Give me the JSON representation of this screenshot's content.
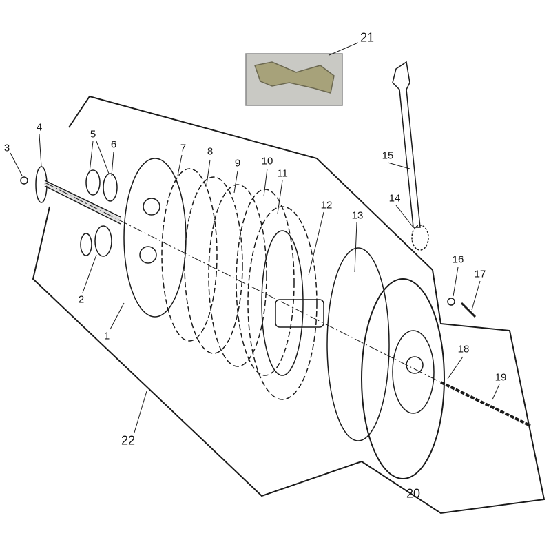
{
  "diagram": {
    "type": "exploded parts diagram - clutch assembly",
    "callouts": [
      {
        "id": "1",
        "label": "1"
      },
      {
        "id": "2",
        "label": "2"
      },
      {
        "id": "3",
        "label": "3"
      },
      {
        "id": "4",
        "label": "4"
      },
      {
        "id": "5",
        "label": "5"
      },
      {
        "id": "6",
        "label": "6"
      },
      {
        "id": "7",
        "label": "7"
      },
      {
        "id": "8",
        "label": "8"
      },
      {
        "id": "9",
        "label": "9"
      },
      {
        "id": "10",
        "label": "10"
      },
      {
        "id": "11",
        "label": "11"
      },
      {
        "id": "12",
        "label": "12"
      },
      {
        "id": "13",
        "label": "13"
      },
      {
        "id": "14",
        "label": "14"
      },
      {
        "id": "15",
        "label": "15"
      },
      {
        "id": "16",
        "label": "16"
      },
      {
        "id": "17",
        "label": "17"
      },
      {
        "id": "18",
        "label": "18"
      },
      {
        "id": "19",
        "label": "19"
      },
      {
        "id": "20",
        "label": "20"
      },
      {
        "id": "21",
        "label": "21"
      },
      {
        "id": "22",
        "label": "22"
      }
    ],
    "colors": {
      "line": "#1a1a1a",
      "photo_bg": "#c9c9c4",
      "photo_part": "#a7a27a"
    }
  }
}
